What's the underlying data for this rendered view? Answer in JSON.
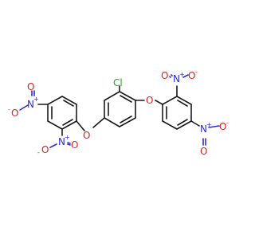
{
  "colors": {
    "carbon_bond": "#1a1a1a",
    "nitrogen": "#2d2dcc",
    "oxygen": "#e02020",
    "chlorine": "#22aa22"
  },
  "atoms": {
    "cl": "Cl",
    "o": "O",
    "n": "N",
    "plus": "+",
    "minus": "-"
  }
}
